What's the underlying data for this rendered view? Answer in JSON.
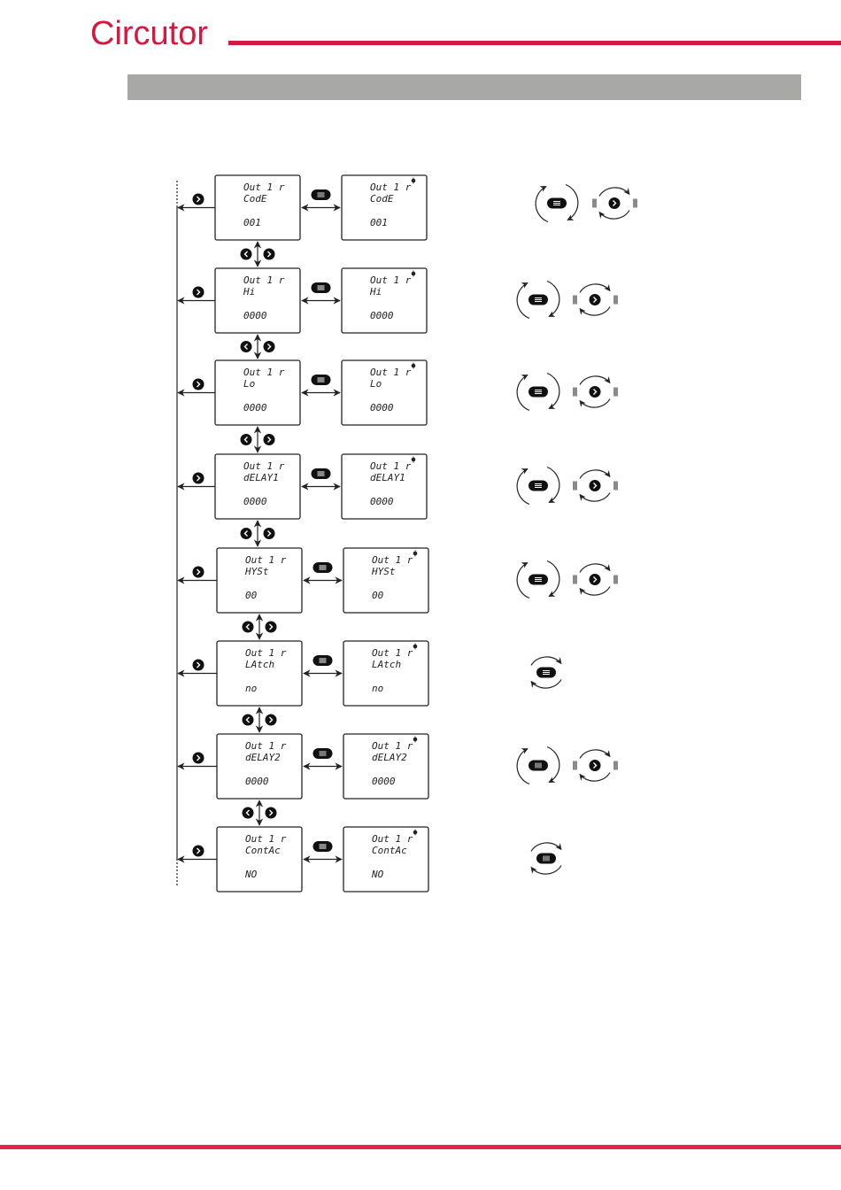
{
  "header": {
    "logo_text": "Circutor",
    "brand_color": "#d6173f",
    "section_band_color": "#a8a8a7",
    "footer_line_color": "#e32551"
  },
  "screens": [
    {
      "title": "Out 1 r",
      "param": "CodE",
      "value": "001",
      "edit_controls": "menu-and-next"
    },
    {
      "title": "Out 1 r",
      "param": "Hi",
      "value": "0000",
      "edit_controls": "menu-and-next"
    },
    {
      "title": "Out 1 r",
      "param": "Lo",
      "value": "0000",
      "edit_controls": "menu-and-next"
    },
    {
      "title": "Out 1 r",
      "param": "dELAY1",
      "value": "0000",
      "edit_controls": "menu-and-next"
    },
    {
      "title": "Out 1 r",
      "param": "HYSt",
      "value": "00",
      "edit_controls": "menu-and-next"
    },
    {
      "title": "Out 1 r",
      "param": "LAtch",
      "value": "no",
      "edit_controls": "menu-only"
    },
    {
      "title": "Out 1 r",
      "param": "dELAY2",
      "value": "0000",
      "edit_controls": "menu-and-next"
    },
    {
      "title": "Out 1 r",
      "param": "ContAc",
      "value": "NO",
      "edit_controls": "menu-only"
    }
  ],
  "icons": {
    "next": "chevron-right-button-icon",
    "prev": "chevron-left-button-icon",
    "menu": "menu-button-icon",
    "edit_indicator": "edit-mode-indicator-icon",
    "cycle": "cycle-arrows-icon",
    "digit_cursor": "digit-cursor-marker"
  }
}
